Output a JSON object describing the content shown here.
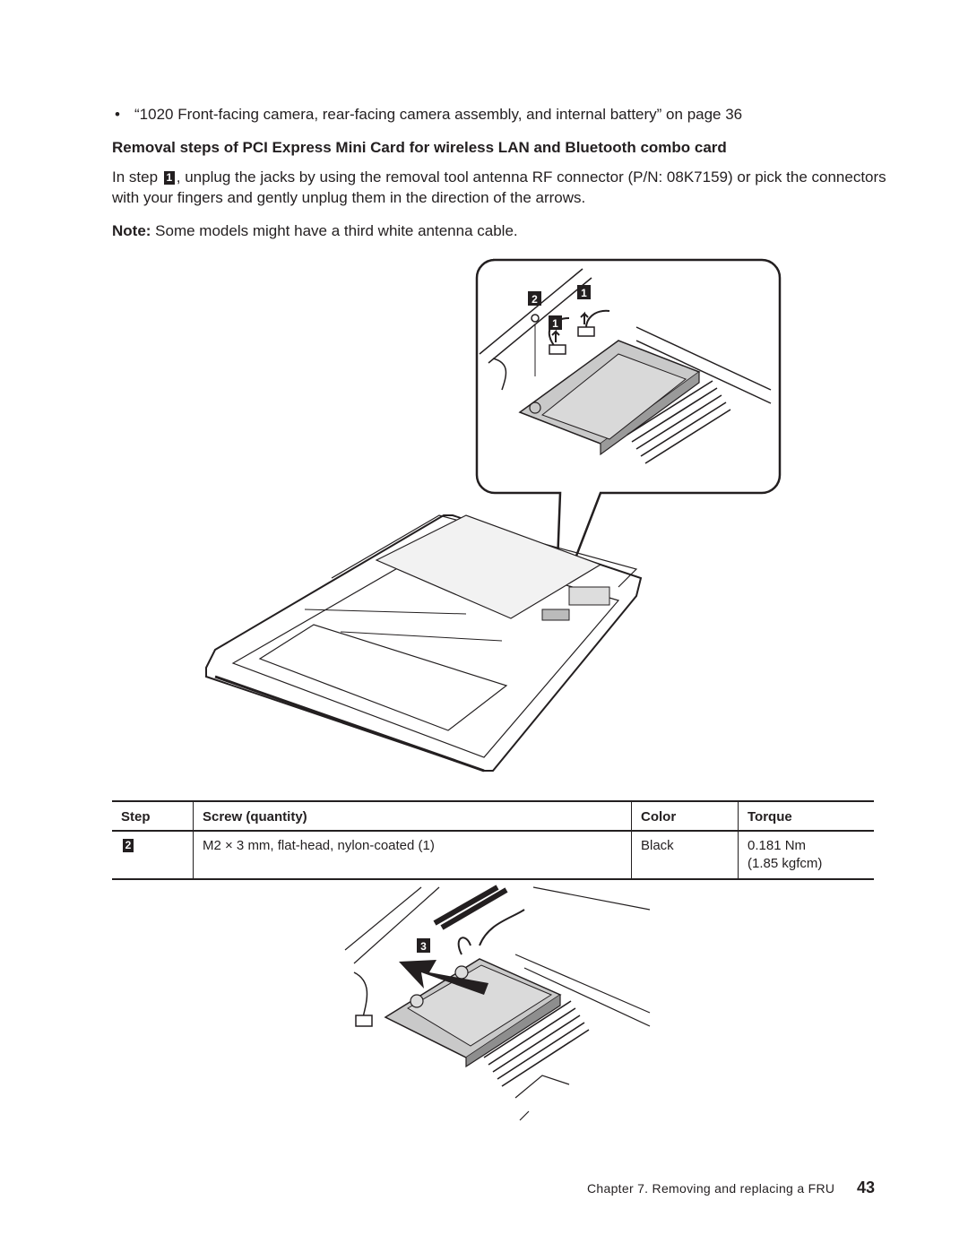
{
  "bullet": {
    "marker": "•",
    "text": "“1020 Front-facing camera, rear-facing camera assembly, and internal battery” on page 36"
  },
  "heading": "Removal steps of PCI Express Mini Card for wireless LAN and Bluetooth combo card",
  "paragraph": {
    "before": "In step",
    "step": "1",
    "after": ", unplug the jacks by using the removal tool antenna RF connector (P/N: 08K7159) or pick the connectors with your fingers and gently unplug them in the direction of the arrows."
  },
  "note": {
    "label": "Note:",
    "text": " Some models might have a third white antenna cable."
  },
  "figure1": {
    "callouts": [
      "2",
      "1",
      "1"
    ]
  },
  "table": {
    "headers": [
      "Step",
      "Screw (quantity)",
      "Color",
      "Torque"
    ],
    "row": {
      "step": "2",
      "screw": "M2 × 3 mm, flat-head, nylon-coated (1)",
      "color": "Black",
      "torque_nm": "0.181 Nm",
      "torque_kgfcm": "(1.85 kgfcm)"
    }
  },
  "figure2": {
    "callouts": [
      "3"
    ]
  },
  "footer": {
    "chapter": "Chapter 7. Removing and replacing a FRU",
    "page": "43"
  }
}
